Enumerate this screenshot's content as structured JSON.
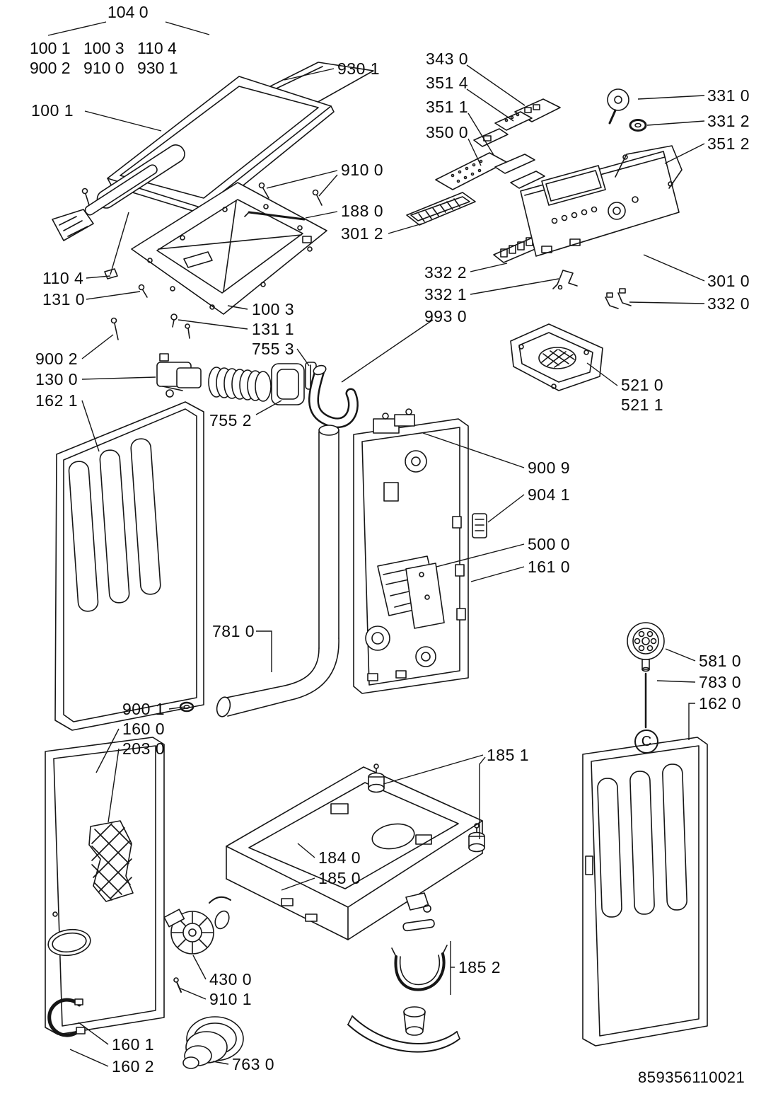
{
  "page": {
    "background": "#ffffff",
    "ink": "#161616",
    "doc_number": "859356110021",
    "section_marker": "C"
  },
  "legend": {
    "title": "104 0",
    "rows": [
      [
        "100 1",
        "100 3",
        "110 4"
      ],
      [
        "900 2",
        "910 0",
        "930 1"
      ]
    ]
  },
  "callouts": [
    {
      "text": "930 1"
    },
    {
      "text": "343 0"
    },
    {
      "text": "351 4"
    },
    {
      "text": "351 1"
    },
    {
      "text": "350 0"
    },
    {
      "text": "331 0"
    },
    {
      "text": "331 2"
    },
    {
      "text": "351 2"
    },
    {
      "text": "100 1"
    },
    {
      "text": "910 0"
    },
    {
      "text": "188 0"
    },
    {
      "text": "301 2"
    },
    {
      "text": "332 2"
    },
    {
      "text": "332 1"
    },
    {
      "text": "993 0"
    },
    {
      "text": "301 0"
    },
    {
      "text": "332 0"
    },
    {
      "text": "110 4"
    },
    {
      "text": "131 0"
    },
    {
      "text": "100 3"
    },
    {
      "text": "131 1"
    },
    {
      "text": "755 3"
    },
    {
      "text": "900 2"
    },
    {
      "text": "130 0"
    },
    {
      "text": "162 1"
    },
    {
      "text": "755 2"
    },
    {
      "text": "521 0"
    },
    {
      "text": "521 1"
    },
    {
      "text": "900 9"
    },
    {
      "text": "904 1"
    },
    {
      "text": "500 0"
    },
    {
      "text": "161 0"
    },
    {
      "text": "781 0"
    },
    {
      "text": "581 0"
    },
    {
      "text": "783 0"
    },
    {
      "text": "162 0"
    },
    {
      "text": "900 1"
    },
    {
      "text": "160 0"
    },
    {
      "text": "203 0"
    },
    {
      "text": "185 1"
    },
    {
      "text": "184 0"
    },
    {
      "text": "185 0"
    },
    {
      "text": "430 0"
    },
    {
      "text": "910 1"
    },
    {
      "text": "185 2"
    },
    {
      "text": "160 1"
    },
    {
      "text": "160 2"
    },
    {
      "text": "763 0"
    }
  ]
}
